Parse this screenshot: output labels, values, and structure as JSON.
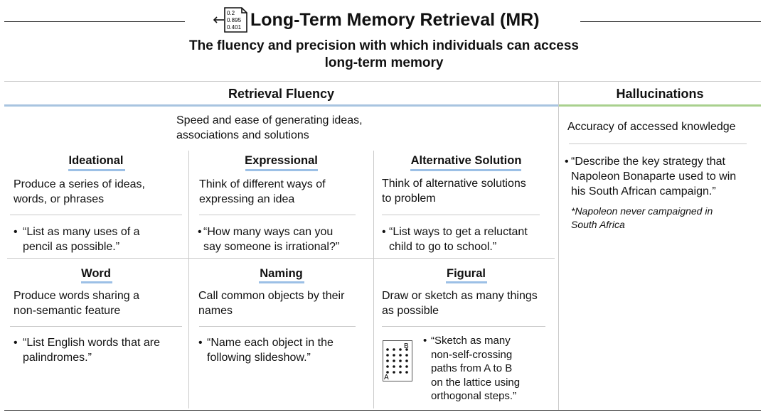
{
  "header": {
    "title": "Long-Term Memory Retrieval (MR)",
    "subtitle_line1": "The fluency and precision with which individuals can access",
    "subtitle_line2": "long-term memory",
    "icon_values": [
      "0.2",
      "0.895",
      "0.401"
    ]
  },
  "fluency": {
    "heading": "Retrieval Fluency",
    "desc_line1": "Speed and ease of generating ideas,",
    "desc_line2": "associations and solutions",
    "cells": [
      {
        "title": "Ideational",
        "desc1": "Produce a series of ideas,",
        "desc2": "words, or phrases",
        "ex1": "“List as many uses of a",
        "ex2": "pencil as possible.”"
      },
      {
        "title": "Expressional",
        "desc1": "Think of different ways of",
        "desc2": "expressing an idea",
        "ex1": "“How many ways can you",
        "ex2": "say someone is irrational?”"
      },
      {
        "title": "Alternative Solution",
        "desc1": "Think of alternative solutions",
        "desc2": "to problem",
        "ex1": "“List ways to get a reluctant",
        "ex2": "child to go to school.”"
      },
      {
        "title": "Word",
        "desc1": "Produce words sharing a",
        "desc2": "non-semantic feature",
        "ex1": "“List English words that are",
        "ex2": "palindromes.”"
      },
      {
        "title": "Naming",
        "desc1": "Call common objects by their",
        "desc2": "names",
        "ex1": "“Name each object in the",
        "ex2": "following slideshow.”"
      },
      {
        "title": "Figural",
        "desc1": "Draw or sketch as many things",
        "desc2": "as possible",
        "ex1": "“Sketch as many",
        "ex2": "non-self-crossing",
        "ex3": "paths from A to B",
        "ex4": "on the lattice using",
        "ex5": "orthogonal steps.”",
        "lattice_a": "A",
        "lattice_b": "B"
      }
    ]
  },
  "hallucinations": {
    "heading": "Hallucinations",
    "desc": "Accuracy of accessed knowledge",
    "ex1": "“Describe the key strategy that",
    "ex2": "Napoleon Bonaparte used to win",
    "ex3": "his South African campaign.”",
    "note1": "*Napoleon never campaigned in",
    "note2": "South Africa"
  },
  "colors": {
    "fluency_rule": "#a8c4e0",
    "hallucination_rule": "#a9d08e",
    "underline": "#9cc0e6"
  }
}
